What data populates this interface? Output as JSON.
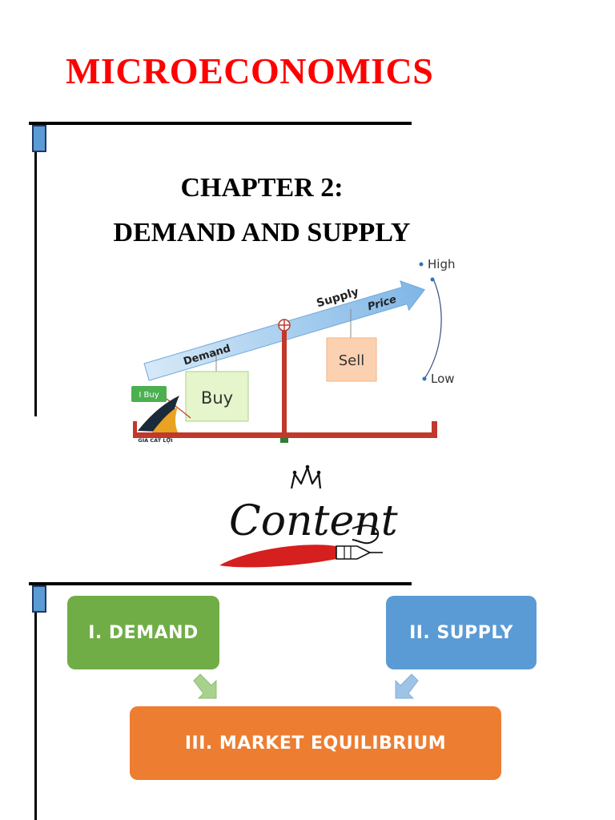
{
  "page": {
    "title": "MICROECONOMICS",
    "chapter_line1": "CHAPTER 2:",
    "chapter_line2": "DEMAND AND SUPPLY"
  },
  "illustration": {
    "demand_label": "Demand",
    "supply_label": "Supply",
    "price_label": "Price",
    "high_label": "High",
    "low_label": "Low",
    "buy_label": "Buy",
    "sell_label": "Sell",
    "buy_tag_label": "I Buy",
    "logo_text": "GIA CÁT LỢI"
  },
  "content_heading": {
    "word": "Content"
  },
  "outline": {
    "demand_box": "I. DEMAND",
    "supply_box": "II. SUPPLY",
    "equilibrium_box": "III. MARKET EQUILIBRIUM"
  },
  "colors": {
    "title": "#ff0000",
    "demand_box": "#70ad47",
    "supply_box": "#5b9bd5",
    "equilibrium_box": "#ed7d31",
    "section_tab": "#5b9bd5"
  }
}
